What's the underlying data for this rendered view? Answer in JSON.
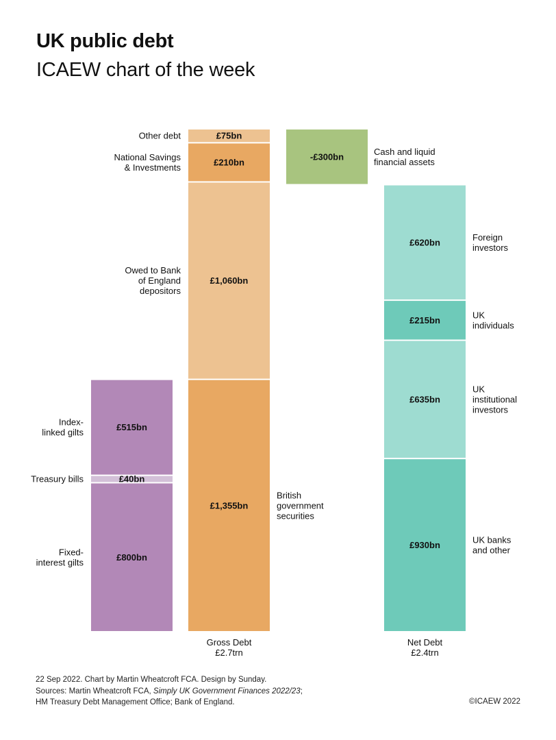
{
  "title": "UK public debt",
  "subtitle": "ICAEW chart of the week",
  "footer": {
    "line1": "22 Sep 2022.   Chart by Martin Wheatcroft FCA. Design by Sunday.",
    "line2_prefix": "Sources: Martin Wheatcroft FCA, ",
    "line2_title": "Simply UK Government Finances 2022/23",
    "line2_suffix": ";",
    "line3": "HM Treasury Debt Management Office; Bank of England."
  },
  "copyright": "©ICAEW 2022",
  "chart_data": {
    "type": "bar",
    "stacking": "stacked-waterfall",
    "units": "£bn",
    "grid": false,
    "legend": "none",
    "columns": [
      {
        "key": "gilts",
        "label_lines": [],
        "label_side": "left",
        "segments": [
          {
            "label": "Fixed-interest gilts",
            "label_lines": [
              "Fixed-",
              "interest gilts"
            ],
            "value": 800,
            "value_label": "£800bn",
            "color": "#b288b7"
          },
          {
            "label": "Treasury bills",
            "label_lines": [
              "Treasury bills"
            ],
            "value": 40,
            "value_label": "£40bn",
            "color": "#d3c0d8"
          },
          {
            "label": "Index-linked gilts",
            "label_lines": [
              "Index-",
              "linked gilts"
            ],
            "value": 515,
            "value_label": "£515bn",
            "color": "#b288b7"
          }
        ]
      },
      {
        "key": "gross",
        "label_lines": [
          "Gross Debt",
          "£2.7trn"
        ],
        "label_side": "left",
        "segments": [
          {
            "label": "British government securities",
            "label_lines": [
              "British",
              "government",
              "securities"
            ],
            "label_side": "right",
            "value": 1355,
            "value_label": "£1,355bn",
            "color": "#e8a862"
          },
          {
            "label": "Owed to Bank of England depositors",
            "label_lines": [
              "Owed to Bank",
              "of England",
              "depositors"
            ],
            "value": 1060,
            "value_label": "£1,060bn",
            "color": "#edc291"
          },
          {
            "label": "National Savings & Investments",
            "label_lines": [
              "National Savings",
              "& Investments"
            ],
            "value": 210,
            "value_label": "£210bn",
            "color": "#e8a862"
          },
          {
            "label": "Other debt",
            "label_lines": [
              "Other debt"
            ],
            "value": 75,
            "value_label": "£75bn",
            "color": "#edc291"
          }
        ]
      },
      {
        "key": "cash",
        "label_lines": [],
        "label_side": "right",
        "segments": [
          {
            "label": "Cash and liquid financial assets",
            "label_lines": [
              "Cash and liquid",
              "financial assets"
            ],
            "value": -300,
            "value_label": "-£300bn",
            "color": "#a8c47f"
          }
        ]
      },
      {
        "key": "net",
        "label_lines": [
          "Net Debt",
          "£2.4trn"
        ],
        "label_side": "right",
        "segments": [
          {
            "label": "UK banks and other",
            "label_lines": [
              "UK banks",
              "and other"
            ],
            "value": 930,
            "value_label": "£930bn",
            "color": "#6ecab9"
          },
          {
            "label": "UK institutional investors",
            "label_lines": [
              "UK",
              "institutional",
              "investors"
            ],
            "value": 635,
            "value_label": "£635bn",
            "color": "#9edcd1"
          },
          {
            "label": "UK individuals",
            "label_lines": [
              "UK",
              "individuals"
            ],
            "value": 215,
            "value_label": "£215bn",
            "color": "#6ecab9"
          },
          {
            "label": "Foreign investors",
            "label_lines": [
              "Foreign",
              "investors"
            ],
            "value": 620,
            "value_label": "£620bn",
            "color": "#9edcd1"
          }
        ]
      }
    ]
  }
}
